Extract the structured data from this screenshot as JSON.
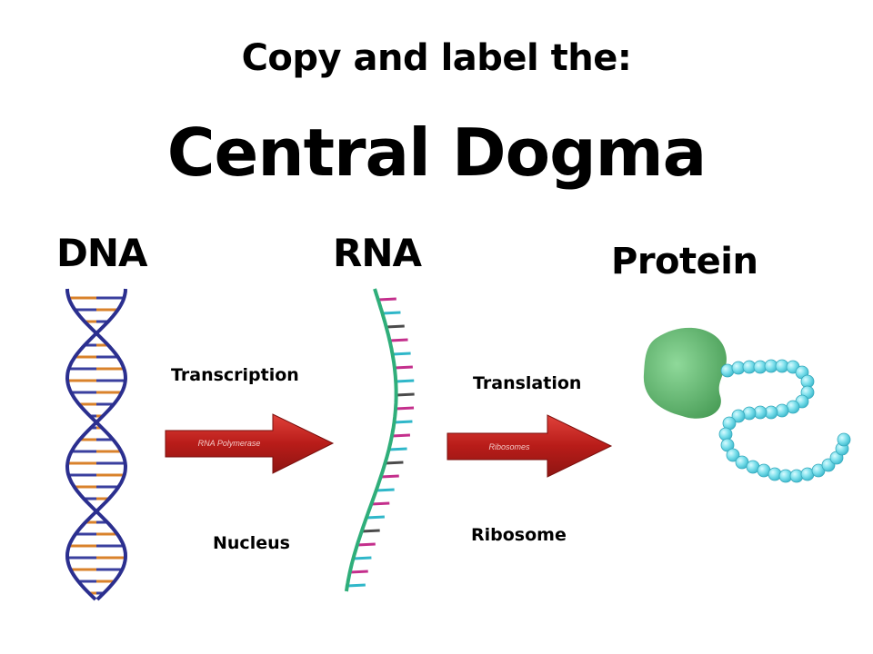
{
  "header": {
    "subtitle": "Copy and label the:",
    "title": "Central Dogma"
  },
  "stages": {
    "dna": "DNA",
    "rna": "RNA",
    "protein": "Protein"
  },
  "processes": {
    "transcription": {
      "label": "Transcription",
      "location": "Nucleus",
      "arrow_text": "RNA Polymerase"
    },
    "translation": {
      "label": "Translation",
      "location": "Ribosome",
      "arrow_text": "Ribosomes"
    }
  },
  "colors": {
    "dna_strand": "#2b2f8f",
    "dna_rung_a": "#d9822b",
    "dna_rung_b": "#3a3f9e",
    "rna_strand": "#2fae7a",
    "rna_rung_a": "#c42f8c",
    "rna_rung_b": "#2fb7c9",
    "rna_rung_c": "#4b4b4b",
    "arrow": "#c0211f",
    "protein_blob": "#6fc27a",
    "amino_acid": "#6fd6e3"
  },
  "icons": {
    "dna": "dna-double-helix-icon",
    "rna": "rna-single-strand-icon",
    "protein": "folded-protein-chain-icon",
    "arrow": "right-arrow-icon"
  }
}
